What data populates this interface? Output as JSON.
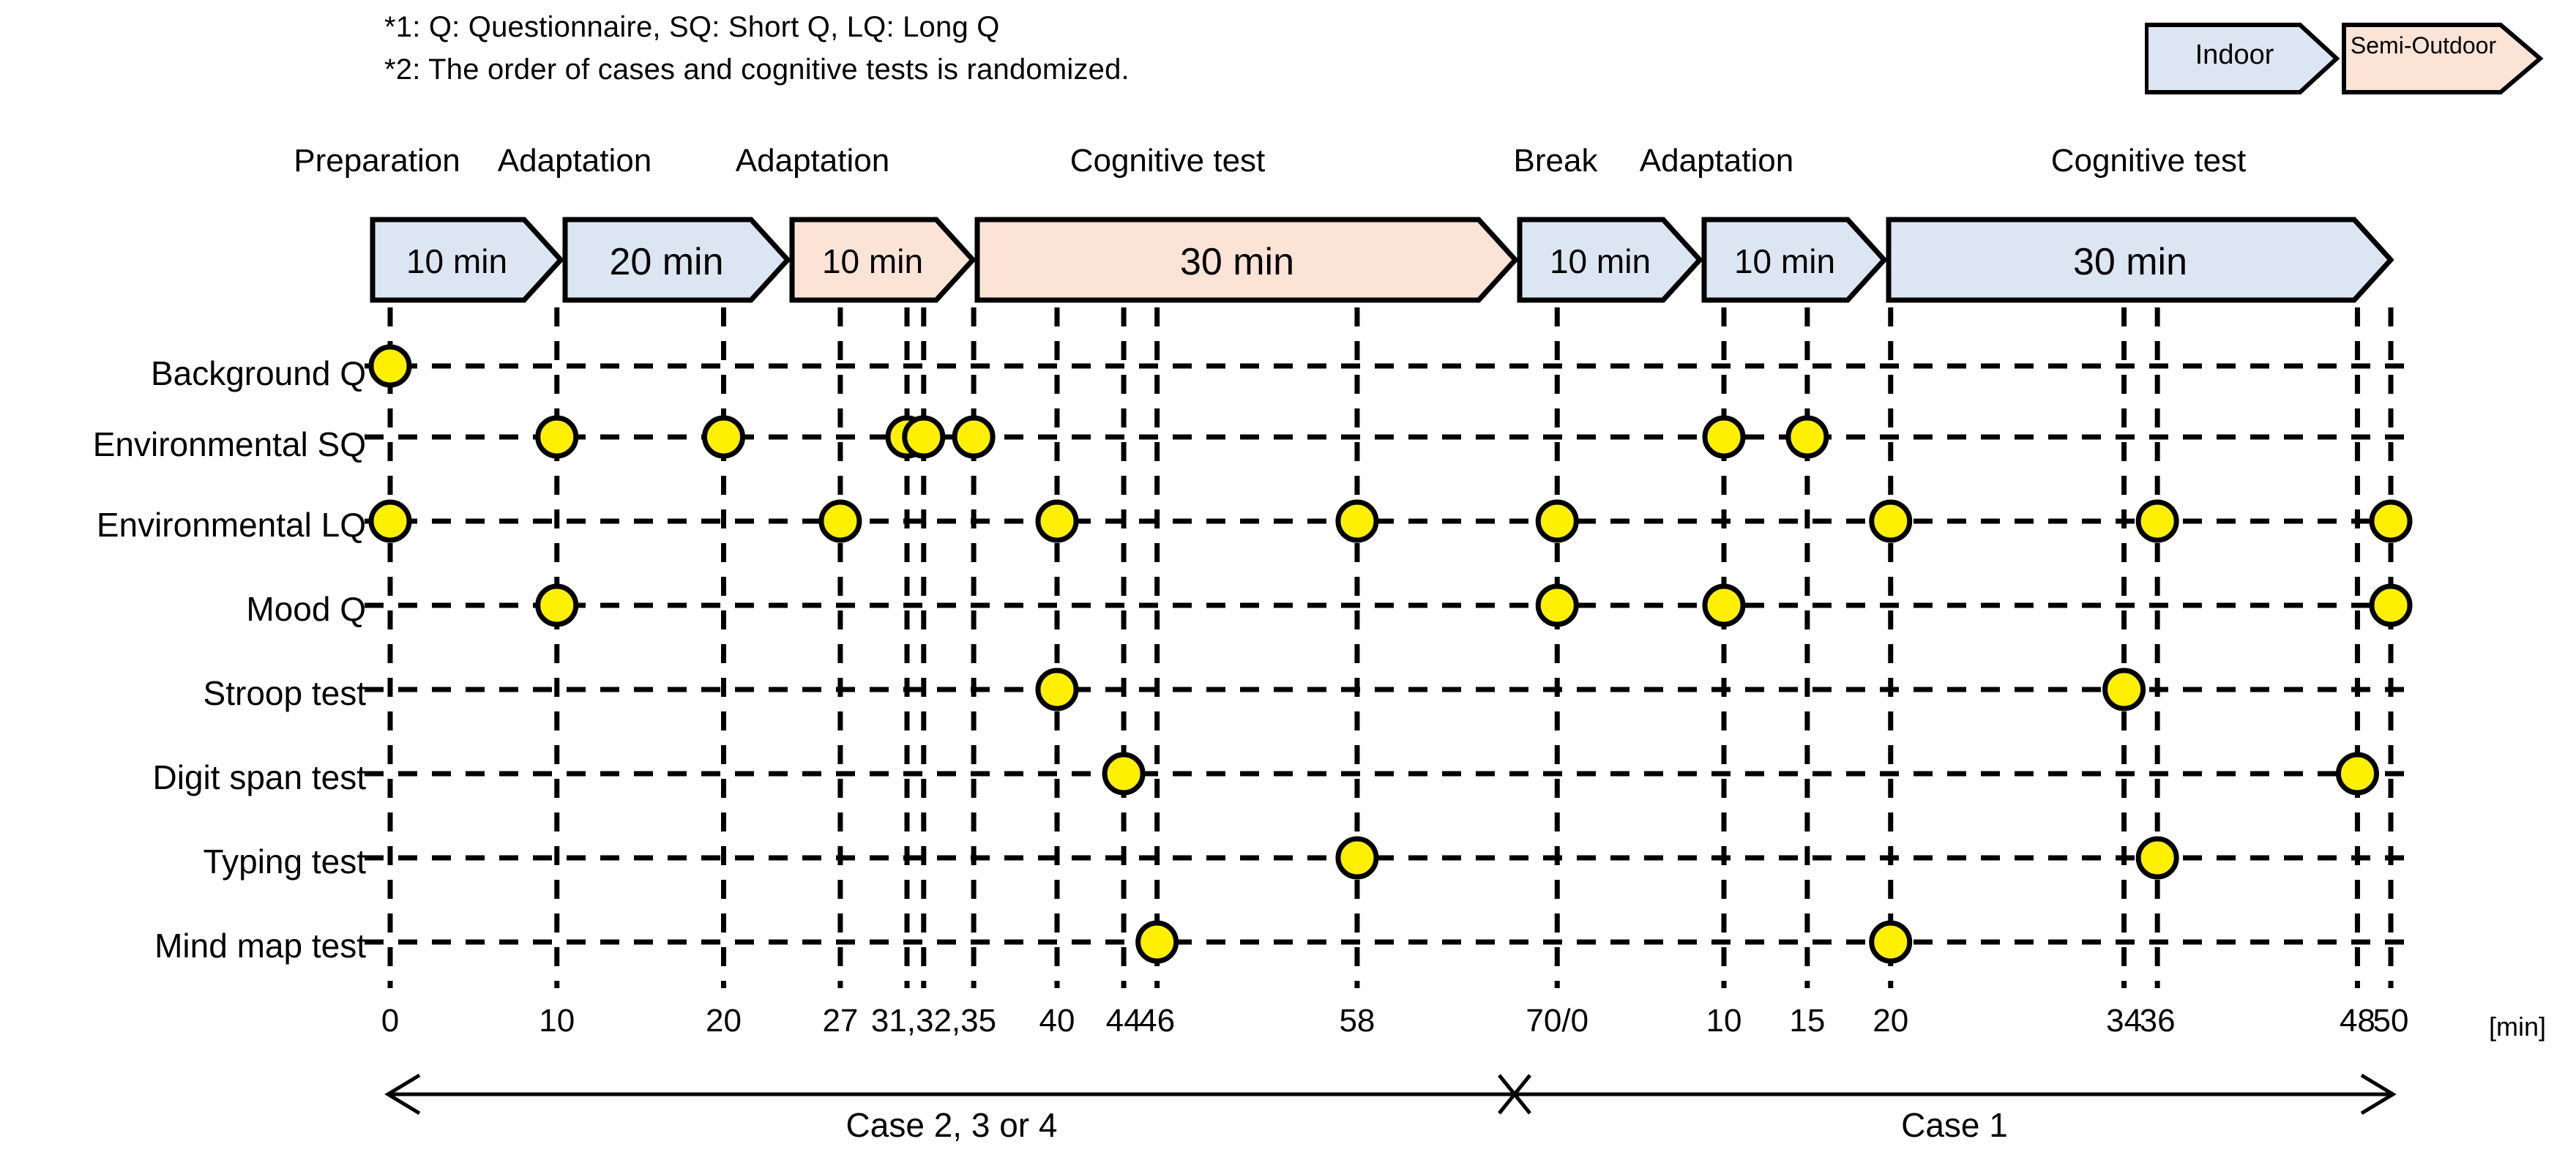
{
  "notes": [
    "*1: Q: Questionnaire, SQ: Short Q, LQ: Long Q",
    "*2: The order of cases and cognitive tests is randomized."
  ],
  "legend": {
    "items": [
      {
        "label": "Indoor",
        "color": "#dce6f2"
      },
      {
        "label": "Semi-Outdoor",
        "color": "#fbe3d6"
      }
    ]
  },
  "colors": {
    "indoor": "#dce6f2",
    "semi_outdoor": "#fbe3d6",
    "marker_fill": "#ffef00",
    "marker_stroke": "#000000",
    "line": "#000000"
  },
  "phases": [
    {
      "title": "Preparation",
      "duration": "10 min",
      "env": "indoor",
      "start": 0,
      "end": 10
    },
    {
      "title": "Adaptation",
      "duration": "20 min",
      "env": "indoor",
      "start": 10,
      "end": 30
    },
    {
      "title": "Adaptation",
      "duration": "10 min",
      "env": "semi_outdoor",
      "start": 30,
      "end": 40
    },
    {
      "title": "Cognitive test",
      "duration": "30 min",
      "env": "semi_outdoor",
      "start": 40,
      "end": 70
    },
    {
      "title": "Break",
      "duration": "10 min",
      "env": "indoor",
      "start": 70,
      "end": 80
    },
    {
      "title": "Adaptation",
      "duration": "10 min",
      "env": "indoor",
      "start": 80,
      "end": 90
    },
    {
      "title": "Cognitive test",
      "duration": "30 min",
      "env": "indoor",
      "start": 90,
      "end": 120
    }
  ],
  "rows": [
    "Background Q",
    "Environmental SQ",
    "Environmental LQ",
    "Mood Q",
    "Stroop test",
    "Digit span test",
    "Typing test",
    "Mind map test"
  ],
  "axis": {
    "unit": "[min]",
    "ticks": [
      {
        "label": "0",
        "t": 0
      },
      {
        "label": "10",
        "t": 10
      },
      {
        "label": "20",
        "t": 20
      },
      {
        "label": "27",
        "t": 27
      },
      {
        "label": "31,32,35",
        "t": 32.6
      },
      {
        "label": "40",
        "t": 40
      },
      {
        "label": "44",
        "t": 44
      },
      {
        "label": "46",
        "t": 46
      },
      {
        "label": "58",
        "t": 58
      },
      {
        "label": "70/0",
        "t": 70
      },
      {
        "label": "10",
        "t": 80
      },
      {
        "label": "15",
        "t": 85
      },
      {
        "label": "20",
        "t": 90
      },
      {
        "label": "34",
        "t": 104
      },
      {
        "label": "36",
        "t": 106
      },
      {
        "label": "48",
        "t": 118
      },
      {
        "label": "50",
        "t": 120
      }
    ],
    "gridlines": [
      0,
      10,
      20,
      27,
      31,
      32,
      35,
      40,
      44,
      46,
      58,
      70,
      80,
      85,
      90,
      104,
      106,
      118,
      120
    ]
  },
  "cases": [
    {
      "label": "Case 2, 3 or 4",
      "start": 0,
      "end": 70
    },
    {
      "label": "Case 1",
      "start": 70,
      "end": 120
    }
  ],
  "chart_data": {
    "type": "scatter",
    "title": "",
    "xlabel": "[min]",
    "ylabel": "",
    "xlim": [
      0,
      120
    ],
    "grid": true,
    "legend_position": "top-right",
    "categories": [
      "Background Q",
      "Environmental SQ",
      "Environmental LQ",
      "Mood Q",
      "Stroop test",
      "Digit span test",
      "Typing test",
      "Mind map test"
    ],
    "series": [
      {
        "name": "Background Q",
        "values": [
          0
        ]
      },
      {
        "name": "Environmental SQ",
        "values": [
          10,
          20,
          31,
          32,
          35,
          80,
          85
        ]
      },
      {
        "name": "Environmental LQ",
        "values": [
          0,
          27,
          40,
          58,
          70,
          90,
          106,
          120
        ]
      },
      {
        "name": "Mood Q",
        "values": [
          10,
          70,
          80,
          120
        ]
      },
      {
        "name": "Stroop test",
        "values": [
          40,
          104
        ]
      },
      {
        "name": "Digit span test",
        "values": [
          44,
          118
        ]
      },
      {
        "name": "Typing test",
        "values": [
          58,
          106
        ]
      },
      {
        "name": "Mind map test",
        "values": [
          46,
          90
        ]
      }
    ]
  }
}
